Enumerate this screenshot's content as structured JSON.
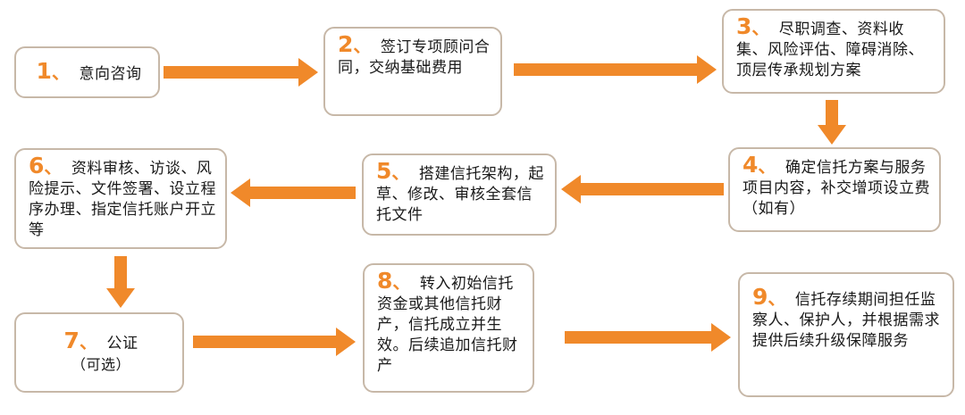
{
  "colors": {
    "arrow": "#f0892a",
    "number": "#f0892a",
    "border": "#c7b8a8",
    "text": "#1a1a1a"
  },
  "steps": [
    {
      "num": "1",
      "sep": "、",
      "text": "意向咨询"
    },
    {
      "num": "2",
      "sep": "、",
      "text": "签订专项顾问合同，交纳基础费用"
    },
    {
      "num": "3",
      "sep": "、",
      "text": "尽职调查、资料收集、风险评估、障碍消除、顶层传承规划方案"
    },
    {
      "num": "4",
      "sep": "、",
      "text": "确定信托方案与服务项目内容，补交增项设立费（如有）"
    },
    {
      "num": "5",
      "sep": "、",
      "text": "搭建信托架构，起草、修改、审核全套信托文件"
    },
    {
      "num": "6",
      "sep": "、",
      "text": "资料审核、访谈、风险提示、文件签署、设立程序办理、指定信托账户开立等"
    },
    {
      "num": "7",
      "sep": "、",
      "text": "公证",
      "sub": "（可选）"
    },
    {
      "num": "8",
      "sep": "、",
      "text": "转入初始信托资金或其他信托财产，信托成立并生效。后续追加信托财产"
    },
    {
      "num": "9",
      "sep": "、",
      "text": "信托存续期间担任监察人、保护人，并根据需求提供后续升级保障服务"
    }
  ]
}
